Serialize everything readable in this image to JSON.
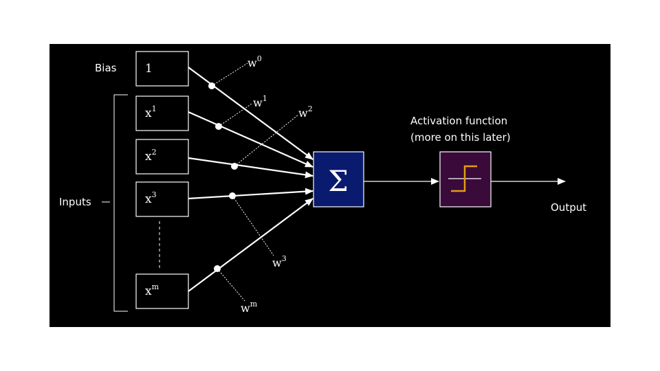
{
  "bias_label": "Bias",
  "inputs_label": "Inputs",
  "nodes": {
    "bias": {
      "base": "1",
      "sup": ""
    },
    "x1": {
      "base": "x",
      "sup": "1"
    },
    "x2": {
      "base": "x",
      "sup": "2"
    },
    "x3": {
      "base": "x",
      "sup": "3"
    },
    "xm": {
      "base": "x",
      "sup": "m"
    }
  },
  "weights": {
    "w0": {
      "base": "w",
      "sup": "0"
    },
    "w1": {
      "base": "w",
      "sup": "1"
    },
    "w2": {
      "base": "w",
      "sup": "2"
    },
    "w3": {
      "base": "w",
      "sup": "3"
    },
    "wm": {
      "base": "w",
      "sup": "m"
    }
  },
  "sum_symbol": "Σ",
  "activation": {
    "line1": "Activation function",
    "line2": "(more on this later)"
  },
  "output_label": "Output",
  "colors": {
    "background": "#000000",
    "sum_box": "#0a1a6e",
    "activation_box": "#3a0a3a",
    "step_curve": "#e0a010",
    "lines": "#ffffff"
  }
}
